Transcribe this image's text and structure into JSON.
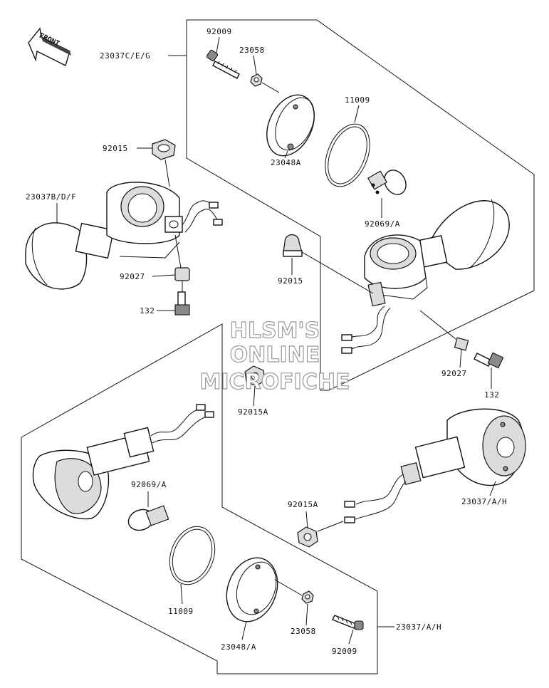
{
  "watermark": {
    "line1": "HLSM'S",
    "line2": "ONLINE",
    "line3": "MICROFICHE"
  },
  "front_label": "FRONT",
  "labels": {
    "p92009_top": "92009",
    "p23037ceg": "23037C/E/G",
    "p23058_top": "23058",
    "p11009_top": "11009",
    "p92015_left": "92015",
    "p23048a_top": "23048A",
    "p23037bdf": "23037B/D/F",
    "p92069a_top": "92069/A",
    "p92015_mid": "92015",
    "p92027_left": "92027",
    "p132_left": "132",
    "p92027_right": "92027",
    "p132_right": "132",
    "p92015a_mid": "92015A",
    "p92069a_bottom": "92069/A",
    "p92015a_low": "92015A",
    "p23037ah_right": "23037/A/H",
    "p11009_bottom": "11009",
    "p23058_bottom": "23058",
    "p23048a_bottom": "23048/A",
    "p92009_bottom": "92009",
    "p23037ah_bottom": "23037/A/H"
  }
}
